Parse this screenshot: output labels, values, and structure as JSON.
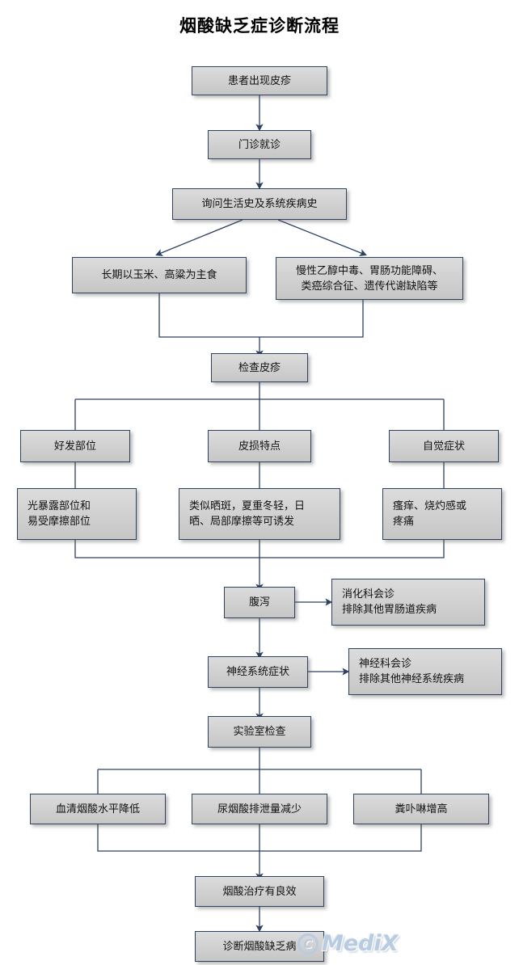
{
  "title": "烟酸缺乏症诊断流程",
  "watermark": {
    "copyright": "C",
    "brand": "MediX"
  },
  "nodes": {
    "rash_onset": "患者出现皮疹",
    "outpatient_visit": "门诊就诊",
    "history_taking": "询问生活史及系统疾病史",
    "diet_corn_sorghum": "长期以玉米、高粱为主食",
    "secondary_causes": "慢性乙醇中毒、胃肠功能障碍、\n类癌综合征、遗传代谢缺陷等",
    "examine_rash": "检查皮疹",
    "predilection_site": "好发部位",
    "lesion_features": "皮损特点",
    "subjective_symptoms": "自觉症状",
    "site_detail": "光暴露部位和\n易受摩擦部位",
    "lesion_detail": "类似晒斑，夏重冬轻，日\n晒、局部摩擦等可诱发",
    "symptom_detail": "瘙痒、烧灼感或\n疼痛",
    "diarrhea": "腹泻",
    "gi_consult": "消化科会诊\n排除其他胃肠道疾病",
    "neuro_symptoms": "神经系统症状",
    "neuro_consult": "神经科会诊\n排除其他神经系统疾病",
    "lab_tests": "实验室检查",
    "serum_niacin_low": "血清烟酸水平降低",
    "urine_niacin_low": "尿烟酸排泄量减少",
    "fecal_porphyrin_high": "粪卟啉增高",
    "niacin_therapy_effective": "烟酸治疗有良效",
    "diagnosis": "诊断烟酸缺乏病"
  },
  "colors": {
    "node_border": "#2c4260",
    "node_fill_top": "#dcdcdc",
    "node_fill_bottom": "#c6c6c6",
    "edge": "#2c4260",
    "text": "#111111",
    "watermark": "#b9cbe0"
  }
}
